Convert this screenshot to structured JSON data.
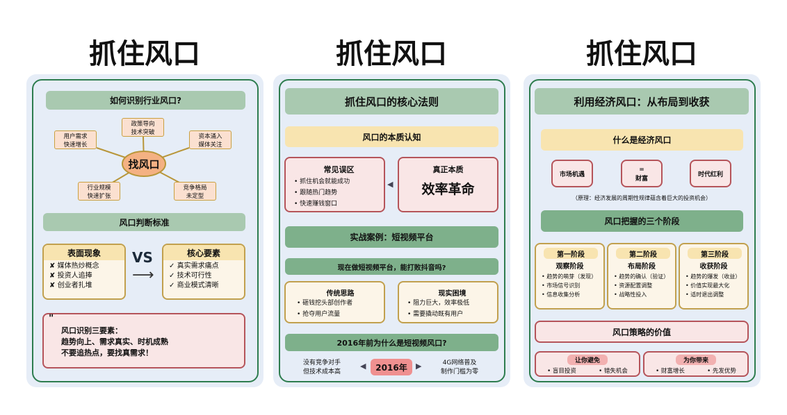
{
  "titles": [
    "抓住风口",
    "抓住风口",
    "抓住风口"
  ],
  "p1": {
    "header": "如何识别行业风口?",
    "center": "找风口",
    "nodes": [
      [
        "政策导向",
        "技术突破"
      ],
      [
        "用户需求",
        "快速增长"
      ],
      [
        "资本涌入",
        "媒体关注"
      ],
      [
        "行业规模",
        "快速扩张"
      ],
      [
        "竞争格局",
        "未定型"
      ]
    ],
    "criteria": "风口判断标准",
    "surface": {
      "title": "表面现象",
      "items": [
        "媒体热炒概念",
        "投资人追捧",
        "创业者扎堆"
      ],
      "mark": "✘"
    },
    "vs": "VS",
    "arrow": "⟶",
    "core": {
      "title": "核心要素",
      "items": [
        "真实需求痛点",
        "技术可行性",
        "商业模式清晰"
      ],
      "mark": "✓"
    },
    "quote_mark": "\"",
    "quote": [
      "风口识别三要素：",
      "趋势向上、需求真实、时机成熟",
      "不要追热点，要找真需求！"
    ]
  },
  "p2": {
    "header": "抓住风口的核心法则",
    "essence": "风口的本质认知",
    "myth": {
      "title": "常见误区",
      "items": [
        "抓住机会就能成功",
        "跟随热门趋势",
        "快速赚钱窗口"
      ]
    },
    "truth": {
      "title": "真正本质",
      "big": "效率革命"
    },
    "case": "实战案例：短视频平台",
    "question": "现在做短视频平台，能打败抖音吗?",
    "traditional": {
      "title": "传统思路",
      "items": [
        "砸钱挖头部创作者",
        "抢夺用户流量"
      ]
    },
    "reality": {
      "title": "现实困境",
      "items": [
        "阻力巨大，效率极低",
        "需要撬动既有用户"
      ]
    },
    "why": "2016年前为什么是短视频风口?",
    "left": [
      "没有竞争对手",
      "但技术成本高"
    ],
    "year": "2016年",
    "right": [
      "4G网络普及",
      "制作门槛为零"
    ]
  },
  "p3": {
    "header": "利用经济风口：从布局到收获",
    "what": "什么是经济风口",
    "eq": [
      "市场机遇",
      "=",
      "财富",
      "时代红利"
    ],
    "note": "（原理：经济发展的周期性规律蕴含着巨大的投资机会）",
    "stages_title": "风口把握的三个阶段",
    "stages": [
      {
        "tag": "第一阶段",
        "name": "观察阶段",
        "items": [
          "趋势的萌芽（发现）",
          "市场信号识别",
          "信息收集分析"
        ]
      },
      {
        "tag": "第二阶段",
        "name": "布局阶段",
        "items": [
          "趋势的确认（验证）",
          "资源配置调整",
          "战略性投入"
        ]
      },
      {
        "tag": "第三阶段",
        "name": "收获阶段",
        "items": [
          "趋势的爆发（收益）",
          "价值实现最大化",
          "适时退出调整"
        ]
      }
    ],
    "value": "风口策略的价值",
    "avoid": {
      "tag": "让你避免",
      "items": [
        "盲目投资",
        "错失机会"
      ]
    },
    "bring": {
      "tag": "为你带来",
      "items": [
        "财富增长",
        "先发优势"
      ]
    }
  },
  "colors": {
    "border": "#2e7d4f",
    "panel": "#e6edf7",
    "green_light": "#a9c9b0",
    "green": "#7eb08b",
    "yellow": "#f8e4b0",
    "pink": "#f9e6e6",
    "red_border": "#b5545a",
    "year": "#ef9090"
  }
}
